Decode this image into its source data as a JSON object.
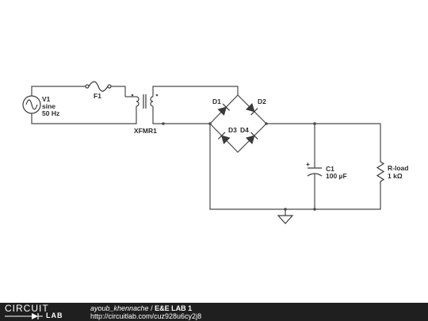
{
  "schematic": {
    "source": {
      "ref": "V1",
      "type": "sine",
      "freq": "50 Hz"
    },
    "fuse": {
      "ref": "F1"
    },
    "transformer": {
      "ref": "XFMR1"
    },
    "diodes": [
      {
        "ref": "D1"
      },
      {
        "ref": "D2"
      },
      {
        "ref": "D3"
      },
      {
        "ref": "D4"
      }
    ],
    "capacitor": {
      "ref": "C1",
      "value": "100 µF",
      "polarity": "+"
    },
    "resistor": {
      "ref": "R-load",
      "value": "1 kΩ"
    }
  },
  "footer": {
    "logo_top": "CIRCUIT",
    "logo_bottom": "LAB",
    "author": "ayoub_khennache",
    "separator": " / ",
    "title": "E&E LAB 1",
    "url": "http://circuitlab.com/cuz928u6cy2j8"
  }
}
